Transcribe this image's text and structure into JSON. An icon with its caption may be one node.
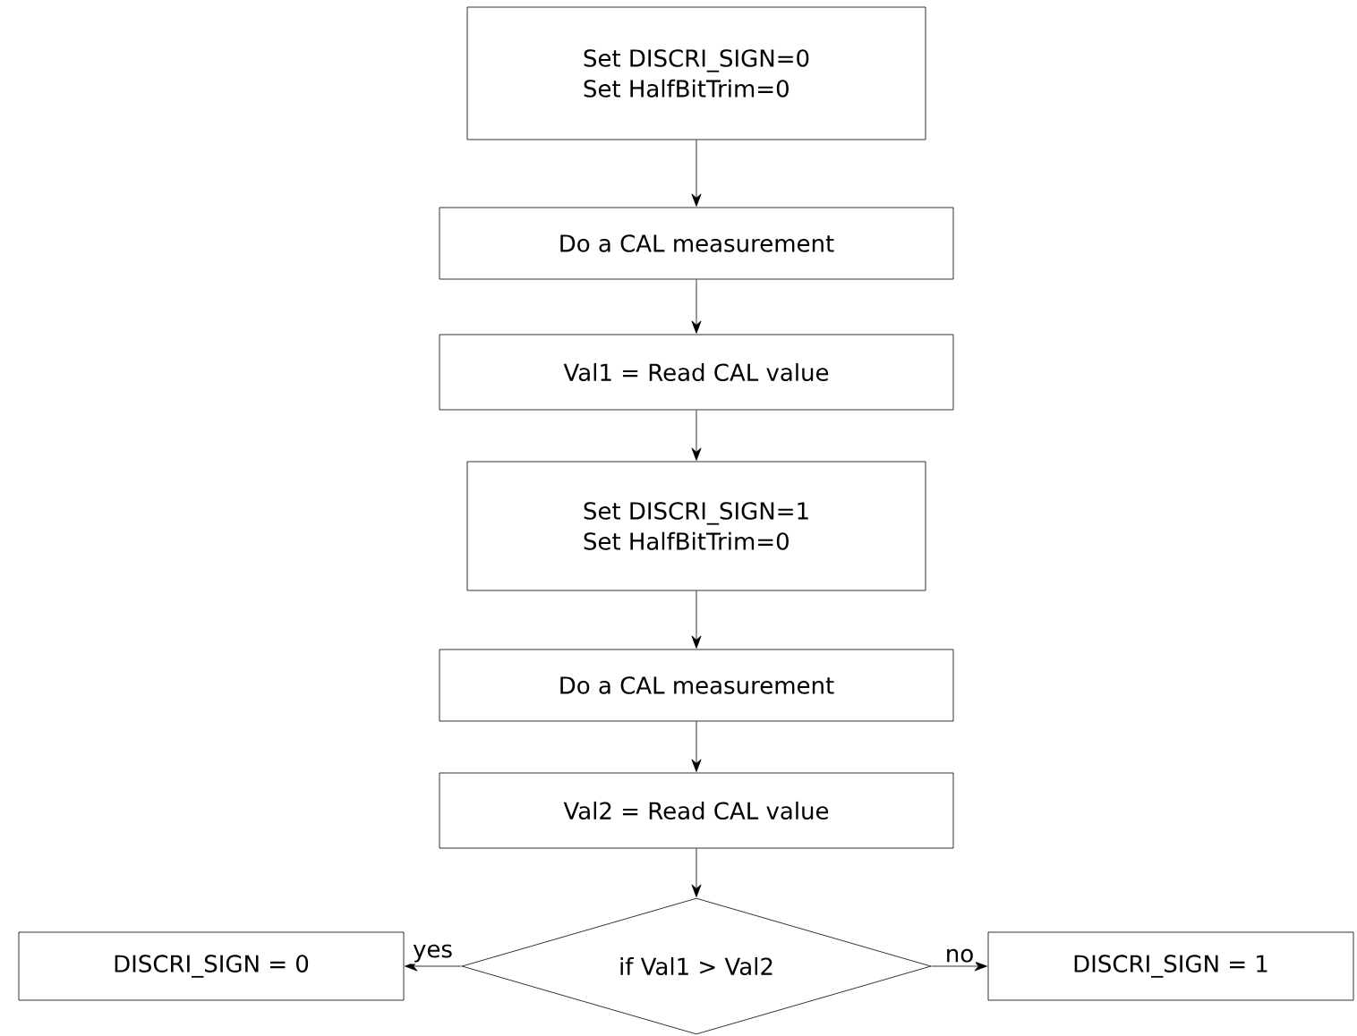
{
  "diagram": {
    "nodes": [
      {
        "text": [
          "Set DISCRI_SIGN=0",
          "Set HalfBitTrim=0"
        ]
      },
      {
        "text": [
          "Do a CAL measurement"
        ]
      },
      {
        "text": [
          "Val1 = Read CAL value"
        ]
      },
      {
        "text": [
          "Set DISCRI_SIGN=1",
          "Set HalfBitTrim=0"
        ]
      },
      {
        "text": [
          "Do a CAL measurement"
        ]
      },
      {
        "text": [
          "Val2 = Read CAL value"
        ]
      },
      {
        "text": [
          "if Val1 > Val2"
        ]
      },
      {
        "text": [
          "DISCRI_SIGN = 0"
        ]
      },
      {
        "text": [
          "DISCRI_SIGN = 1"
        ]
      }
    ],
    "edges": [
      {
        "from": 0,
        "to": 1,
        "arrow": "to"
      },
      {
        "from": 1,
        "to": 2,
        "arrow": "to"
      },
      {
        "from": 2,
        "to": 3,
        "arrow": "to"
      },
      {
        "from": 3,
        "to": 4,
        "arrow": "to"
      },
      {
        "from": 4,
        "to": 5,
        "arrow": "to"
      },
      {
        "from": 5,
        "to": 6,
        "arrow": "to"
      },
      {
        "from": 6,
        "to": 7,
        "arrow": "to",
        "label": "yes"
      },
      {
        "from": 6,
        "to": 8,
        "arrow": "to",
        "label": "no"
      }
    ]
  }
}
